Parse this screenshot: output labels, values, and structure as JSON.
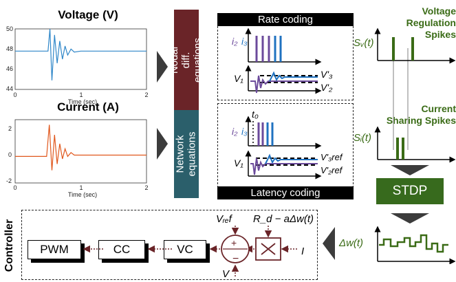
{
  "colors": {
    "voltage_line": "#2e86c8",
    "current_line": "#e0561b",
    "nodal_box": "#6a2428",
    "network_box": "#2b5f6b",
    "stdp_box": "#376a1d",
    "spike_green": "#3a6b16",
    "spike_blue": "#1f72c0",
    "spike_purple": "#6b4a9b",
    "arrow_gray": "#3c3c3c"
  },
  "voltage_plot": {
    "title": "Voltage (V)",
    "yticks": [
      "50",
      "48",
      "46",
      "44"
    ],
    "xticks": [
      "0",
      "1",
      "2"
    ],
    "xlabel": "Time (sec)"
  },
  "current_plot": {
    "title": "Current (A)",
    "yticks": [
      "2",
      "0",
      "-2"
    ],
    "xticks": [
      "0",
      "1",
      "2"
    ],
    "xlabel": "Time (sec)"
  },
  "chart_data": [
    {
      "type": "line",
      "title": "Voltage (V)",
      "xlabel": "Time (sec)",
      "ylabel": "",
      "xlim": [
        0,
        2
      ],
      "ylim": [
        44,
        50
      ],
      "series": [
        {
          "x": [
            0,
            0.5,
            0.53,
            0.56,
            0.6,
            0.64,
            0.68,
            0.72,
            0.76,
            0.8,
            0.85,
            0.9,
            1.0,
            2.0
          ],
          "values": [
            47.8,
            47.8,
            50.0,
            44.9,
            49.4,
            46.6,
            48.8,
            47.0,
            48.3,
            47.4,
            48.0,
            47.7,
            47.8,
            47.8
          ]
        }
      ]
    },
    {
      "type": "line",
      "title": "Current (A)",
      "xlabel": "Time (sec)",
      "ylabel": "",
      "xlim": [
        0,
        2
      ],
      "ylim": [
        -2,
        3
      ],
      "series": [
        {
          "x": [
            0,
            0.48,
            0.52,
            0.56,
            0.6,
            0.64,
            0.68,
            0.72,
            0.76,
            0.8,
            0.85,
            0.9,
            1.0,
            2.0
          ],
          "values": [
            0.1,
            0.1,
            2.6,
            -1.0,
            1.8,
            -0.5,
            1.1,
            -0.1,
            0.7,
            0.1,
            0.4,
            0.2,
            0.2,
            0.2
          ]
        }
      ]
    }
  ],
  "nodal_label": "Nodal diff. equations",
  "network_label": "Network equations",
  "rate_coding": "Rate coding",
  "latency_coding": "Latency coding",
  "labels": {
    "i2": "i₂",
    "i3": "i₃",
    "v1": "V₁",
    "v3p": "V'₃",
    "v2p": "V'₂",
    "t0": "t₀",
    "v3ref": "V'₃ref",
    "v2ref": "V'₂ref"
  },
  "voltage_spikes_title": "Voltage Regulation Spikes",
  "current_spikes_title": "Current Sharing Spikes",
  "sv_label": "Sᵥ(t)",
  "si_label": "Sᵢ(t)",
  "stdp_label": "STDP",
  "dw_label": "Δw(t)",
  "controller_label": "Controller",
  "controller": {
    "pwm": "PWM",
    "cc": "CC",
    "vc": "VC",
    "vref": "Vᵣₑf",
    "rd": "R_d − aΔw(t)",
    "v": "V",
    "i": "I",
    "plus": "+",
    "minus": "−"
  }
}
